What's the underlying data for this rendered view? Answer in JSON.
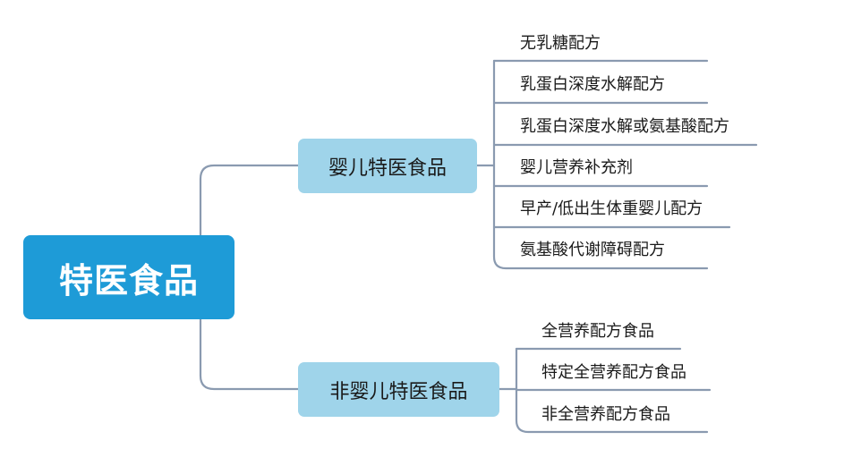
{
  "root": {
    "label": "特医食品"
  },
  "branches": [
    {
      "label": "婴儿特医食品",
      "children": [
        "无乳糖配方",
        "乳蛋白深度水解配方",
        "乳蛋白深度水解或氨基酸配方",
        "婴儿营养补充剂",
        "早产/低出生体重婴儿配方",
        "氨基酸代谢障碍配方"
      ]
    },
    {
      "label": "非婴儿特医食品",
      "children": [
        "全营养配方食品",
        "特定全营养配方食品",
        "非全营养配方食品"
      ]
    }
  ],
  "colors": {
    "root": "#1e9bd7",
    "branch": "#9fd4ea",
    "connector": "#8a9ab0"
  }
}
